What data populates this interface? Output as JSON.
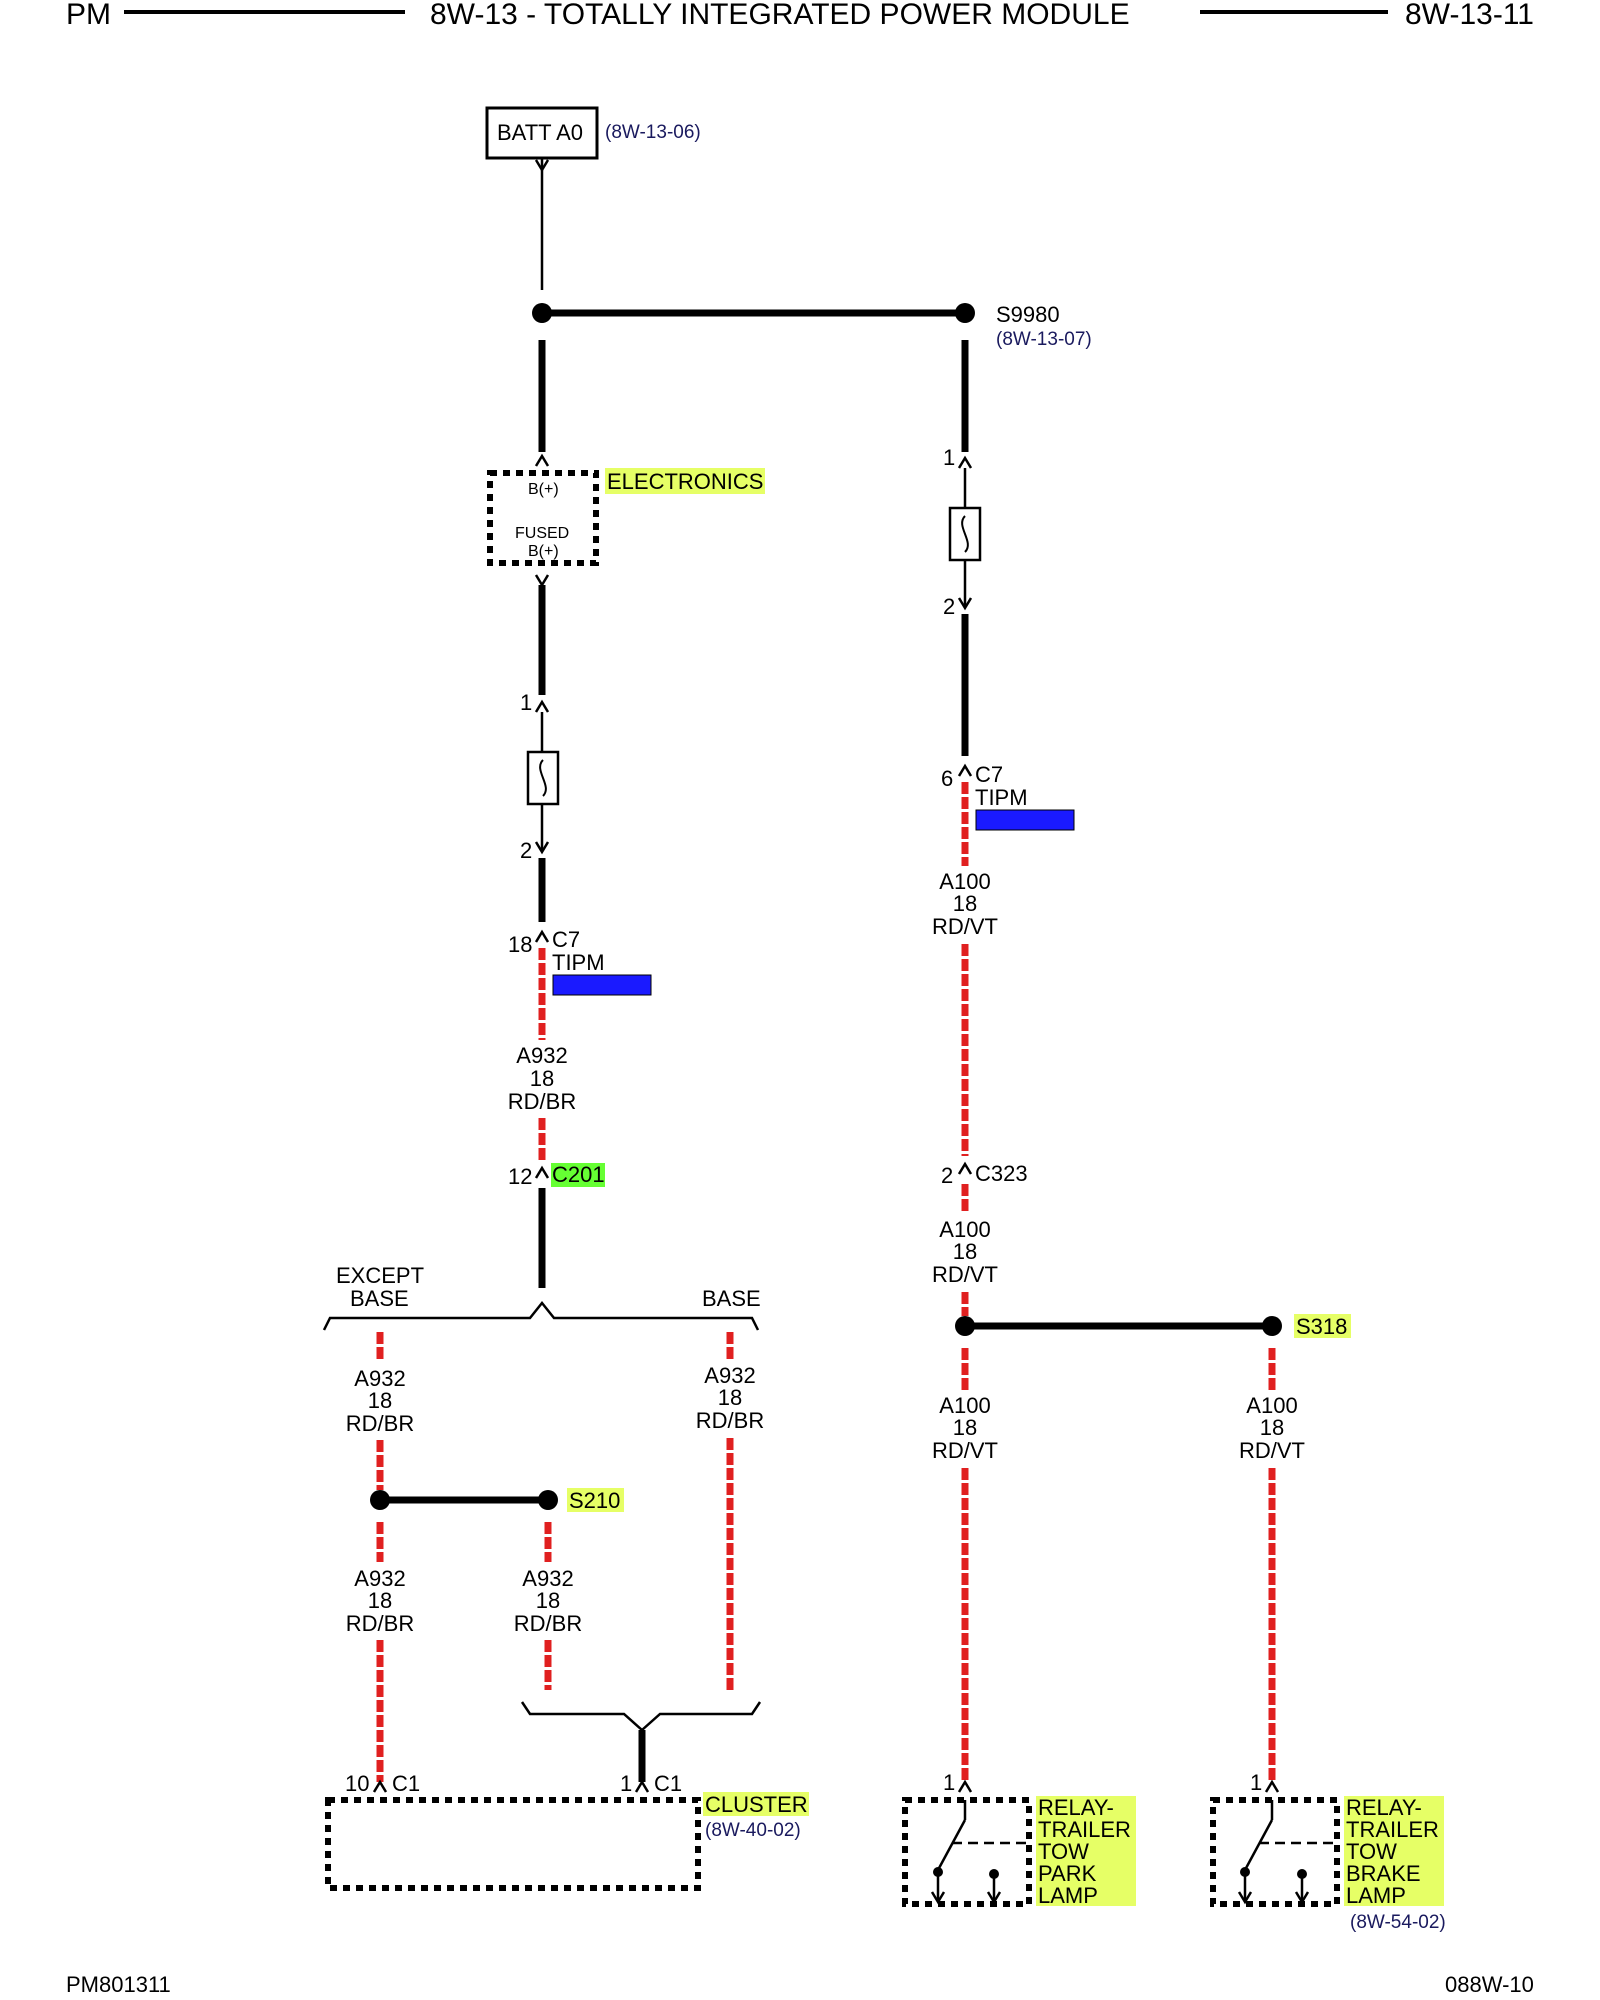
{
  "header": {
    "left": "PM",
    "title": "8W-13 - TOTALLY INTEGRATED POWER MODULE",
    "right": "8W-13-11"
  },
  "footer": {
    "left": "PM801311",
    "right": "088W-10"
  },
  "highlight_colors": {
    "yellow": "#e6ff66",
    "green": "#66ff33",
    "blue": "#1a1aff",
    "wire_red": "#e02020"
  },
  "batt": {
    "label": "BATT A0",
    "ref": "(8W-13-06)"
  },
  "splice_s9980": {
    "name": "S9980",
    "ref": "(8W-13-07)"
  },
  "electronics": {
    "name": "ELECTRONICS",
    "pin_top": "B(+)",
    "pin_mid": "FUSED",
    "pin_bot": "B(+)"
  },
  "left_fuse": {
    "pin1": "1",
    "pin2": "2"
  },
  "right_fuse": {
    "pin1": "1",
    "pin2": "2"
  },
  "left_c7": {
    "pin": "18",
    "connector": "C7",
    "module": "TIPM"
  },
  "right_c7": {
    "pin": "6",
    "connector": "C7",
    "module": "TIPM"
  },
  "wire_a932": {
    "circuit": "A932",
    "gauge": "18",
    "color": "RD/BR"
  },
  "wire_a100": {
    "circuit": "A100",
    "gauge": "18",
    "color": "RD/VT"
  },
  "c201": {
    "pin": "12",
    "connector": "C201"
  },
  "c323": {
    "pin": "2",
    "connector": "C323"
  },
  "options": {
    "except_base_1": "EXCEPT",
    "except_base_2": "BASE",
    "base": "BASE"
  },
  "splice_s210": {
    "name": "S210"
  },
  "splice_s318": {
    "name": "S318"
  },
  "cluster": {
    "name": "CLUSTER",
    "ref": "(8W-40-02)",
    "pin_left": "10",
    "conn_left": "C1",
    "pin_right": "1",
    "conn_right": "C1"
  },
  "relay_park": {
    "pin": "1",
    "lines": [
      "RELAY-",
      "TRAILER",
      "TOW",
      "PARK",
      "LAMP"
    ]
  },
  "relay_brake": {
    "pin": "1",
    "lines": [
      "RELAY-",
      "TRAILER",
      "TOW",
      "BRAKE",
      "LAMP"
    ],
    "ref": "(8W-54-02)"
  }
}
